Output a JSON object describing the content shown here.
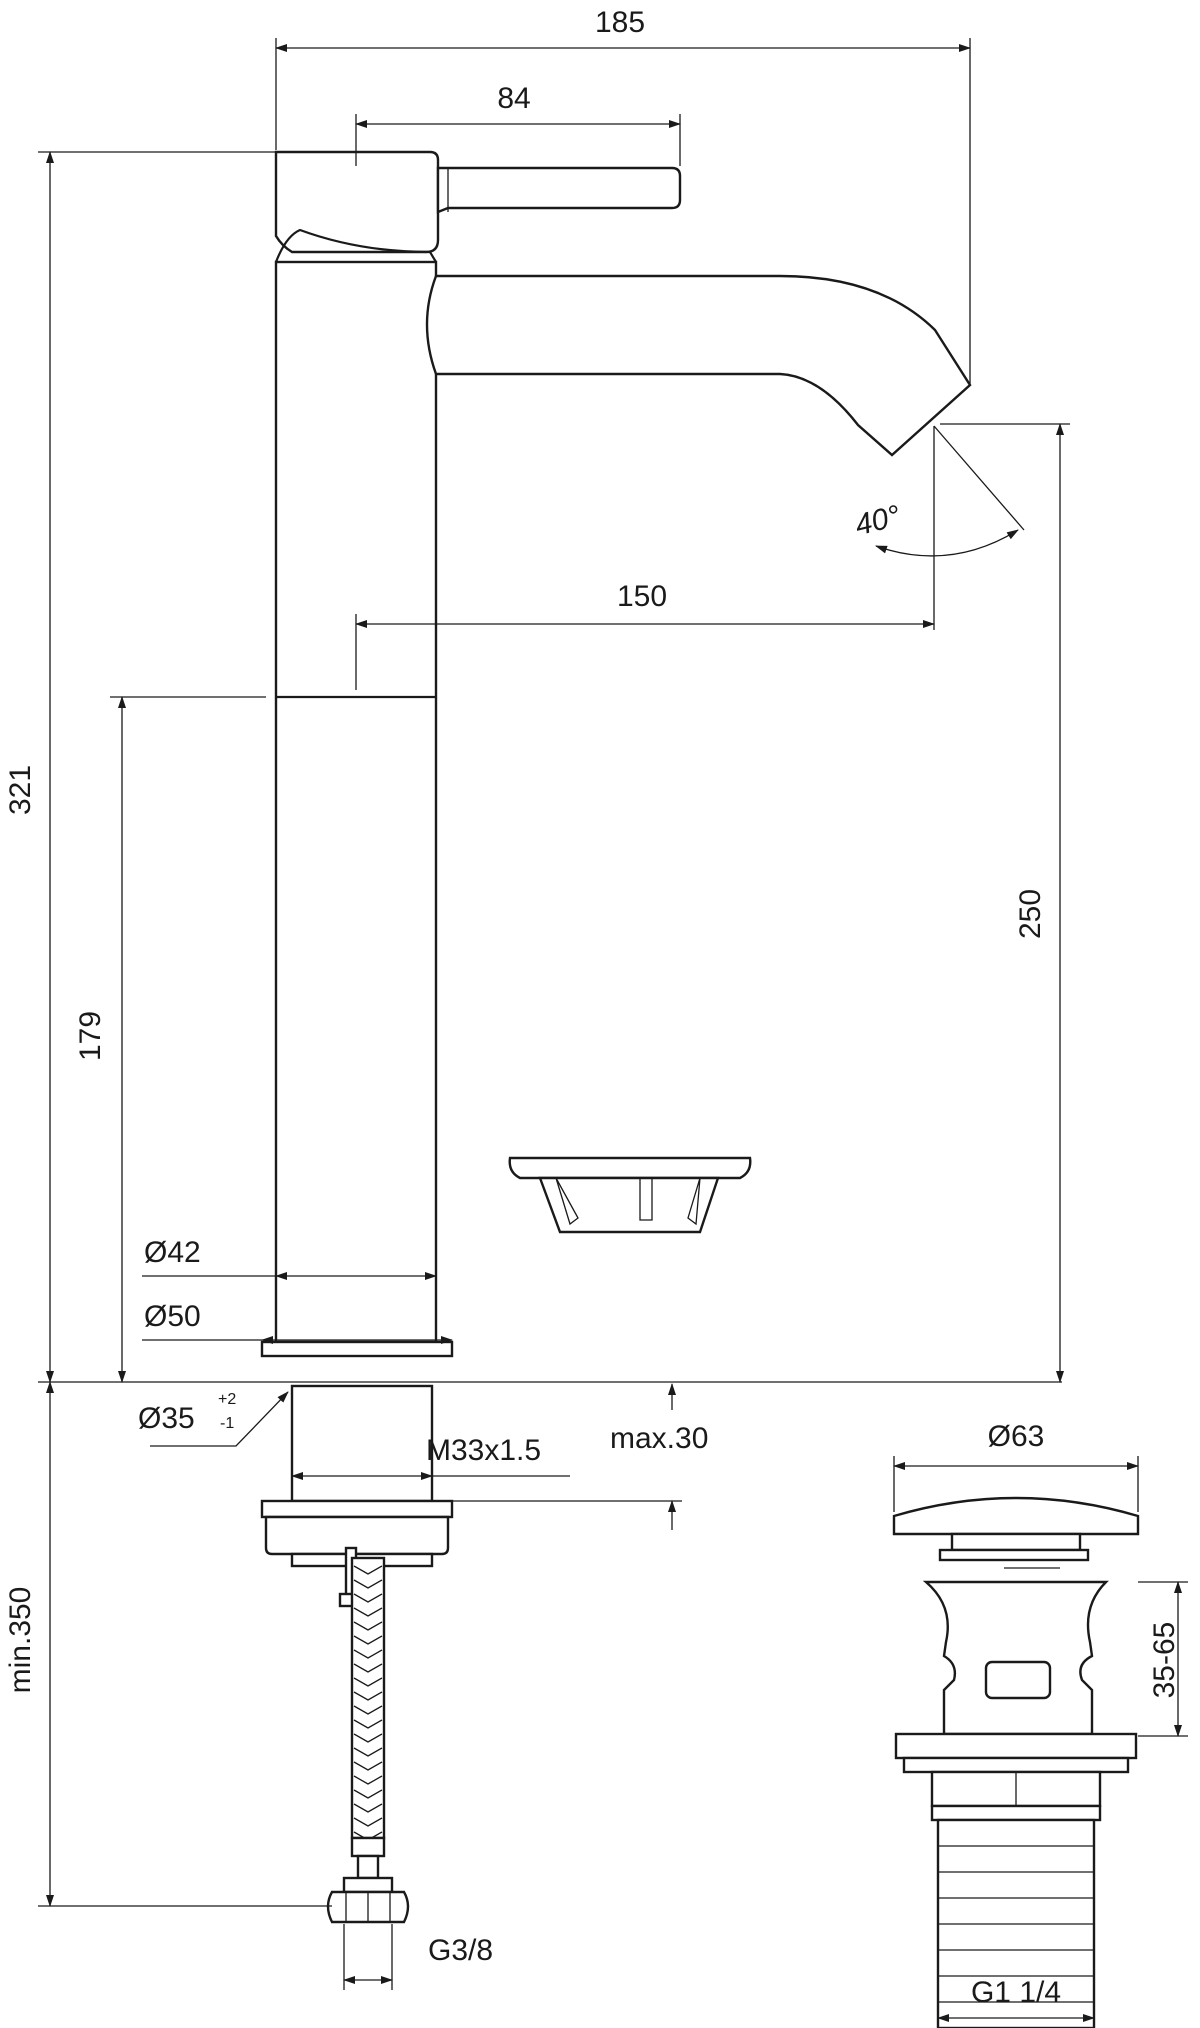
{
  "dimensions": {
    "width_total": "185",
    "handle_width": "84",
    "height_total": "321",
    "height_lower": "179",
    "spout_reach": "150",
    "spout_height": "250",
    "spout_angle": "40°",
    "dia_base": "Ø42",
    "dia_flange": "Ø50",
    "dia_hole": "Ø35",
    "tol_plus": "+2",
    "tol_minus": "-1",
    "thread": "M33x1.5",
    "max_deck": "max.30",
    "min_hose": "min.350",
    "hose_thread": "G3/8"
  },
  "waste": {
    "dia_plug": "Ø63",
    "range": "35-65",
    "thread": "G1 1/4"
  }
}
